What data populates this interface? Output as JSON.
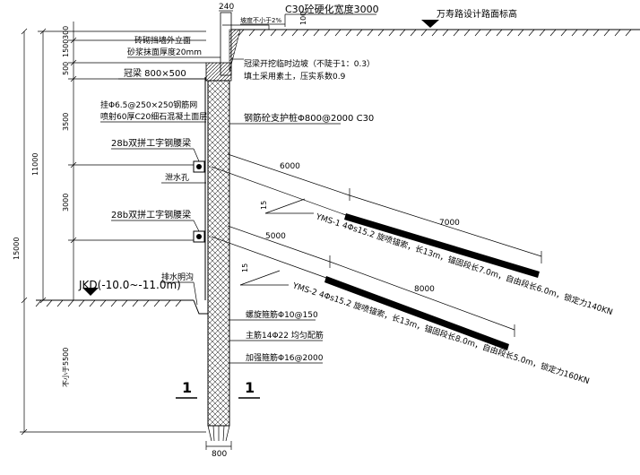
{
  "dimensions": {
    "top_width": "240",
    "bottom_width": "800",
    "d300": "300",
    "d1500": "1500",
    "d500": "500",
    "d3500": "3500",
    "d3000": "3000",
    "d11000": "11000",
    "d15000": "15000",
    "embed": "不小于5500",
    "small_100": "100",
    "anchor1_free": "6000",
    "anchor1_bond": "7000",
    "anchor2_free": "5000",
    "anchor2_bond": "8000",
    "angle1": "15",
    "angle2": "15"
  },
  "labels": {
    "slope_top": "坡度不小于2%",
    "concrete_top": "C30砼硬化宽度3000",
    "road_level": "万寿路设计路面标高",
    "wall_outer": "砖砌挡墙外立面",
    "mortar": "砂浆抹面厚度20mm",
    "crown_beam": "冠梁 800×500",
    "crown_slope": "冠梁开挖临时边坡（不陡于1：0.3）",
    "backfill": "填土采用素土，压实系数0.9",
    "mesh": "挂Φ6.5@250×250钢筋网",
    "shotcrete": "喷射60厚C20细石混凝土面层",
    "pile": "钢筋砼支护桩Φ800@2000 C30",
    "waler1": "28b双拼工字钢腰梁",
    "drain_hole": "泄水孔",
    "waler2": "28b双拼工字钢腰梁",
    "anchor1": "YMS-1  4Φs15.2  旋喷锚索，长13m，锚固段长7.0m，自由段长6.0m，锁定力140KN",
    "anchor2": "YMS-2  4Φs15.2  旋喷锚索，长13m，锚固段长8.0m，自由段长5.0m，锁定力160KN",
    "drain_ditch": "排水明沟",
    "pit_bottom": "JKD(-10.0~-11.0m)",
    "spiral": "螺旋箍筋Φ10@150",
    "main_bar": "主筋14Φ22  均匀配筋",
    "stiff_bar": "加强箍筋Φ16@2000",
    "section_left": "1",
    "section_right": "1"
  }
}
